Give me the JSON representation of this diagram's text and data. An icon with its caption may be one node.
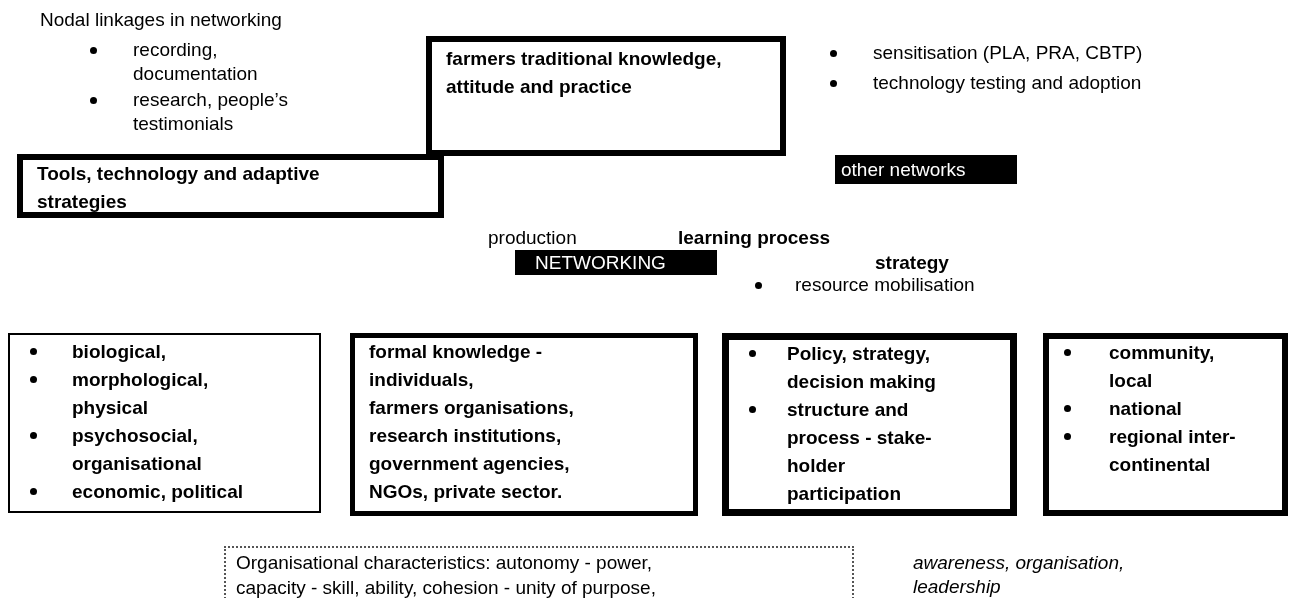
{
  "diagram": {
    "title": "Nodal linkages in networking",
    "nodes": [
      {
        "text": [
          "farmers traditional knowledge, attitude and practice"
        ]
      },
      {
        "text": [
          "Tools, technology and adaptive strategies"
        ]
      },
      {
        "text": [
          "other networks"
        ]
      },
      {
        "text": [
          "NETWORKING"
        ]
      },
      {
        "text": [
          "biological,",
          "morphological, physical",
          "psychosocial, organisational",
          "economic, political"
        ]
      },
      {
        "text": [
          "formal knowledge - individuals,",
          "farmers organisations,",
          "research institutions,",
          "government agencies,",
          "NGOs, private sector."
        ]
      },
      {
        "text": [
          "Policy, strategy, decision making",
          "structure and process - stake-holder participation"
        ]
      },
      {
        "text": [
          "community, local",
          "national",
          "regional inter-continental"
        ]
      },
      {
        "text": [
          "Organisational characteristics: autonomy - power, capacity - skill, ability, cohesion - unity of purpose,"
        ]
      }
    ],
    "labels": [
      "recording, documentation",
      "research, people’s testimonials",
      "sensitisation (PLA, PRA, CBTP)",
      "technology testing and adoption",
      "production",
      "learning process",
      "strategy",
      "resource mobilisation",
      "awareness, organisation, leadership"
    ]
  }
}
